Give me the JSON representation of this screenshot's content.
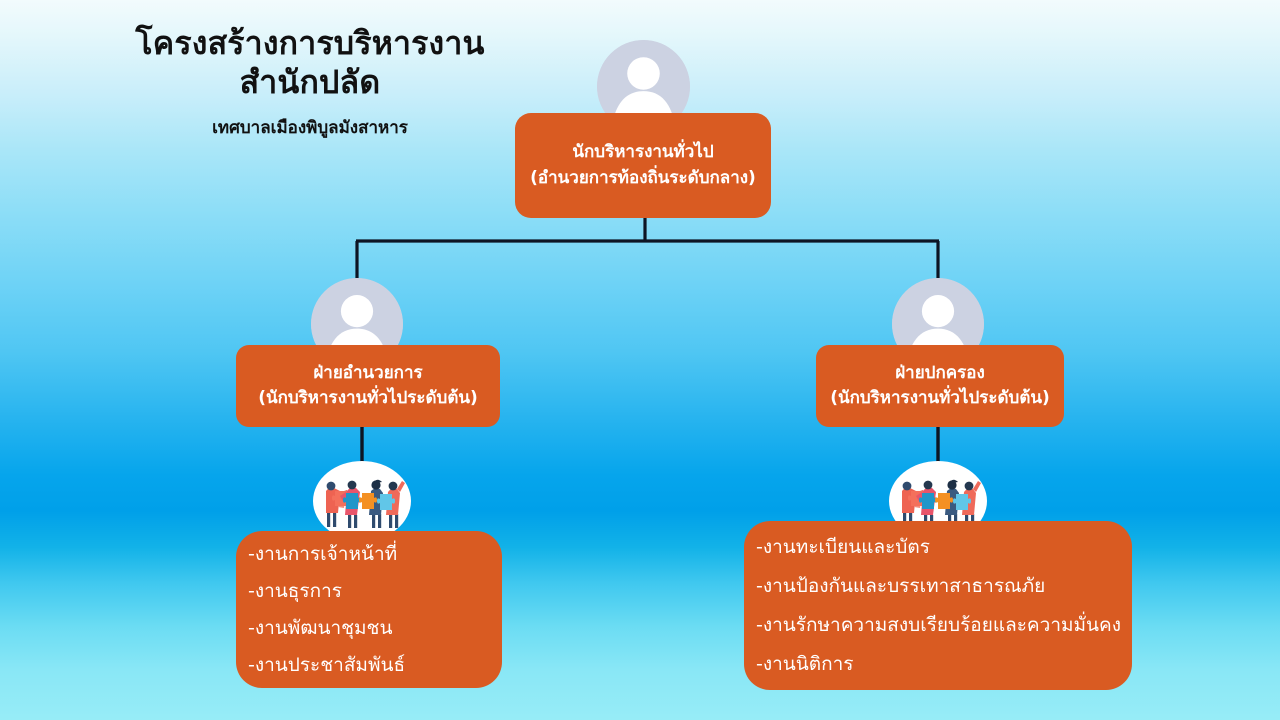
{
  "header": {
    "title_line1": "โครงสร้างการบริหารงาน",
    "title_line2": "สำนักปลัด",
    "subtitle": "เทศบาลเมืองพิบูลมังสาหาร"
  },
  "colors": {
    "node_orange": "#d95b22",
    "node_text": "#ffffff",
    "connector": "#0d1524",
    "avatar_fill": "#ccd2e2",
    "title_text": "#111111",
    "background_top": "#f2fbfd",
    "background_mid": "#00a0e9",
    "background_bottom": "#97ecf7"
  },
  "nodes": {
    "top": {
      "avatar": "person-avatar-icon",
      "line1": "นักบริหารงานทั่วไป",
      "line2": "(อำนวยการท้องถิ่นระดับกลาง)"
    },
    "left": {
      "avatar": "person-avatar-icon",
      "line1": "ฝ่ายอำนวยการ",
      "line2": "(นักบริหารงานทั่วไประดับต้น)"
    },
    "right": {
      "avatar": "person-avatar-icon",
      "line1": "ฝ่ายปกครอง",
      "line2": "(นักบริหารงานทั่วไประดับต้น)"
    }
  },
  "task_lists": {
    "left": {
      "icon": "team-group-icon",
      "items": [
        "-งานการเจ้าหน้าที่",
        "-งานธุรการ",
        "-งานพัฒนาชุมชน",
        "-งานประชาสัมพันธ์"
      ]
    },
    "right": {
      "icon": "team-group-icon",
      "items": [
        "-งานทะเบียนและบัตร",
        "-งานป้องกันและบรรเทาสาธารณภัย",
        "-งานรักษาความสงบเรียบร้อยและความมั่นคง",
        "-งานนิติการ"
      ]
    }
  }
}
